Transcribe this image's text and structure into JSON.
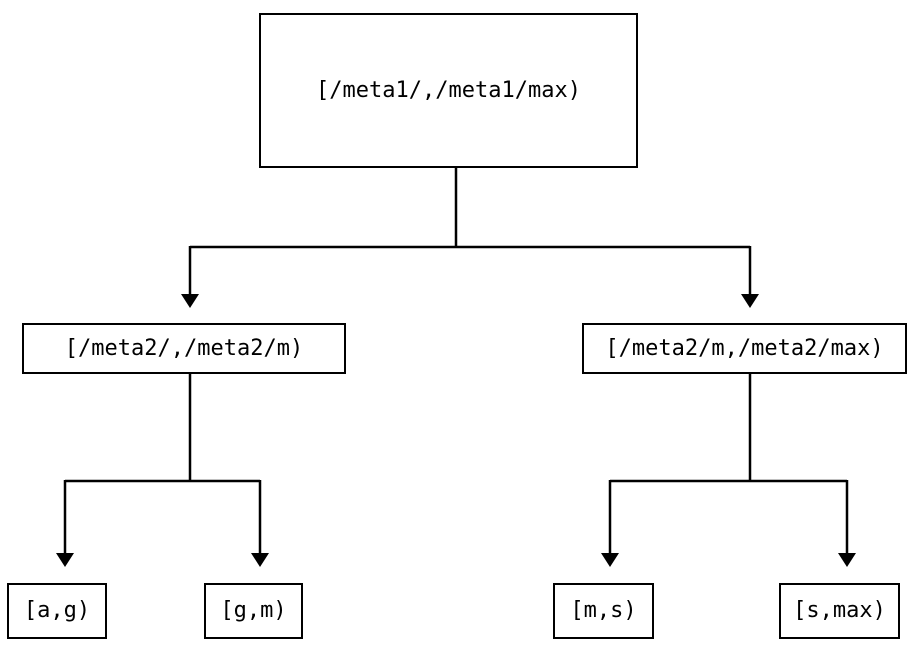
{
  "diagram": {
    "nodes": {
      "root": {
        "label": "[/meta1/,/meta1/max)"
      },
      "meta2_low": {
        "label": "[/meta2/,/meta2/m)"
      },
      "meta2_high": {
        "label": "[/meta2/m,/meta2/max)"
      },
      "leaf_a_g": {
        "label": "[a,g)"
      },
      "leaf_g_m": {
        "label": "[g,m)"
      },
      "leaf_m_s": {
        "label": "[m,s)"
      },
      "leaf_s_max": {
        "label": "[s,max)"
      }
    },
    "edges": [
      {
        "from": "root",
        "to": "meta2_low"
      },
      {
        "from": "root",
        "to": "meta2_high"
      },
      {
        "from": "meta2_low",
        "to": "leaf_a_g"
      },
      {
        "from": "meta2_low",
        "to": "leaf_g_m"
      },
      {
        "from": "meta2_high",
        "to": "leaf_m_s"
      },
      {
        "from": "meta2_high",
        "to": "leaf_s_max"
      }
    ],
    "colors": {
      "background": "#ffffff",
      "line": "#000000",
      "box_border": "#000000",
      "text": "#000000"
    }
  }
}
